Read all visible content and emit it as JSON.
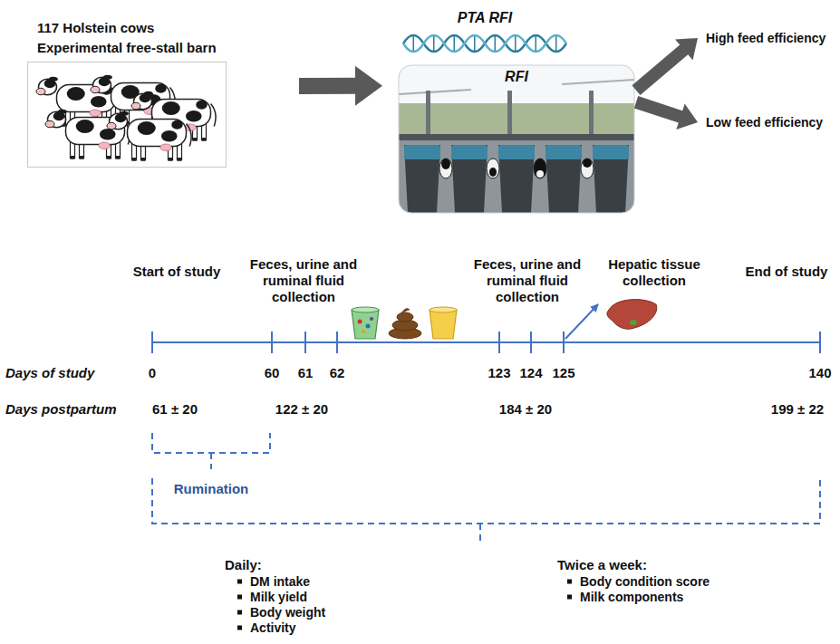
{
  "diagram": {
    "nodes": [
      {
        "text": [
          "117 Holstein cows",
          "Experimental free-stall barn"
        ]
      },
      {
        "text": [
          "PTA RFI",
          "RFI"
        ]
      },
      {
        "text": [
          "High feed efficiency"
        ]
      },
      {
        "text": [
          "Low feed efficiency"
        ]
      }
    ],
    "edges": [
      {
        "from": 0,
        "to": 1,
        "arrow": "to"
      },
      {
        "from": 1,
        "to": 2,
        "arrow": "to"
      },
      {
        "from": 1,
        "to": 3,
        "arrow": "to"
      }
    ],
    "labels": [
      "Start of study",
      "Feces, urine and ruminal fluid collection",
      "Feces, urine and ruminal fluid collection",
      "Hepatic tissue collection",
      "End of study",
      "Days of study",
      "0",
      "60",
      "61",
      "62",
      "123",
      "124",
      "125",
      "140",
      "Days postpartum",
      "61 ± 20",
      "122 ± 20",
      "184 ± 20",
      "199 ± 22",
      "Rumination",
      "Daily:",
      "DM intake",
      "Milk yield",
      "Body weight",
      "Activity",
      "Twice a week:",
      "Body condition score",
      "Milk components"
    ]
  }
}
